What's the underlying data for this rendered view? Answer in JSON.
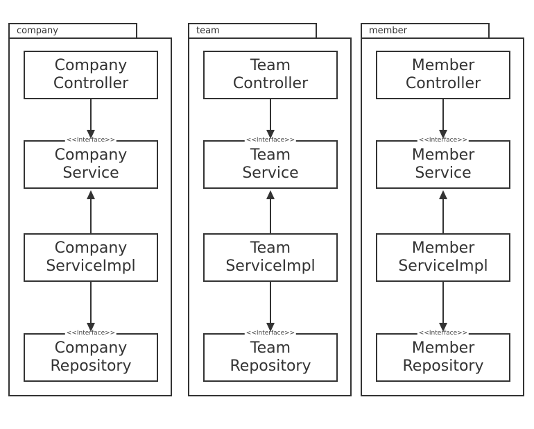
{
  "packages": [
    {
      "name": "company",
      "controller": [
        "Company",
        "Controller"
      ],
      "service": [
        "Company",
        "Service"
      ],
      "service_impl": [
        "Company",
        "ServiceImpl"
      ],
      "repository": [
        "Company",
        "Repository"
      ]
    },
    {
      "name": "team",
      "controller": [
        "Team",
        "Controller"
      ],
      "service": [
        "Team",
        "Service"
      ],
      "service_impl": [
        "Team",
        "ServiceImpl"
      ],
      "repository": [
        "Team",
        "Repository"
      ]
    },
    {
      "name": "member",
      "controller": [
        "Member",
        "Controller"
      ],
      "service": [
        "Member",
        "Service"
      ],
      "service_impl": [
        "Member",
        "ServiceImpl"
      ],
      "repository": [
        "Member",
        "Repository"
      ]
    }
  ],
  "stereotype": "<<Interface>>",
  "colors": {
    "line": "#333333",
    "background": "#ffffff"
  }
}
